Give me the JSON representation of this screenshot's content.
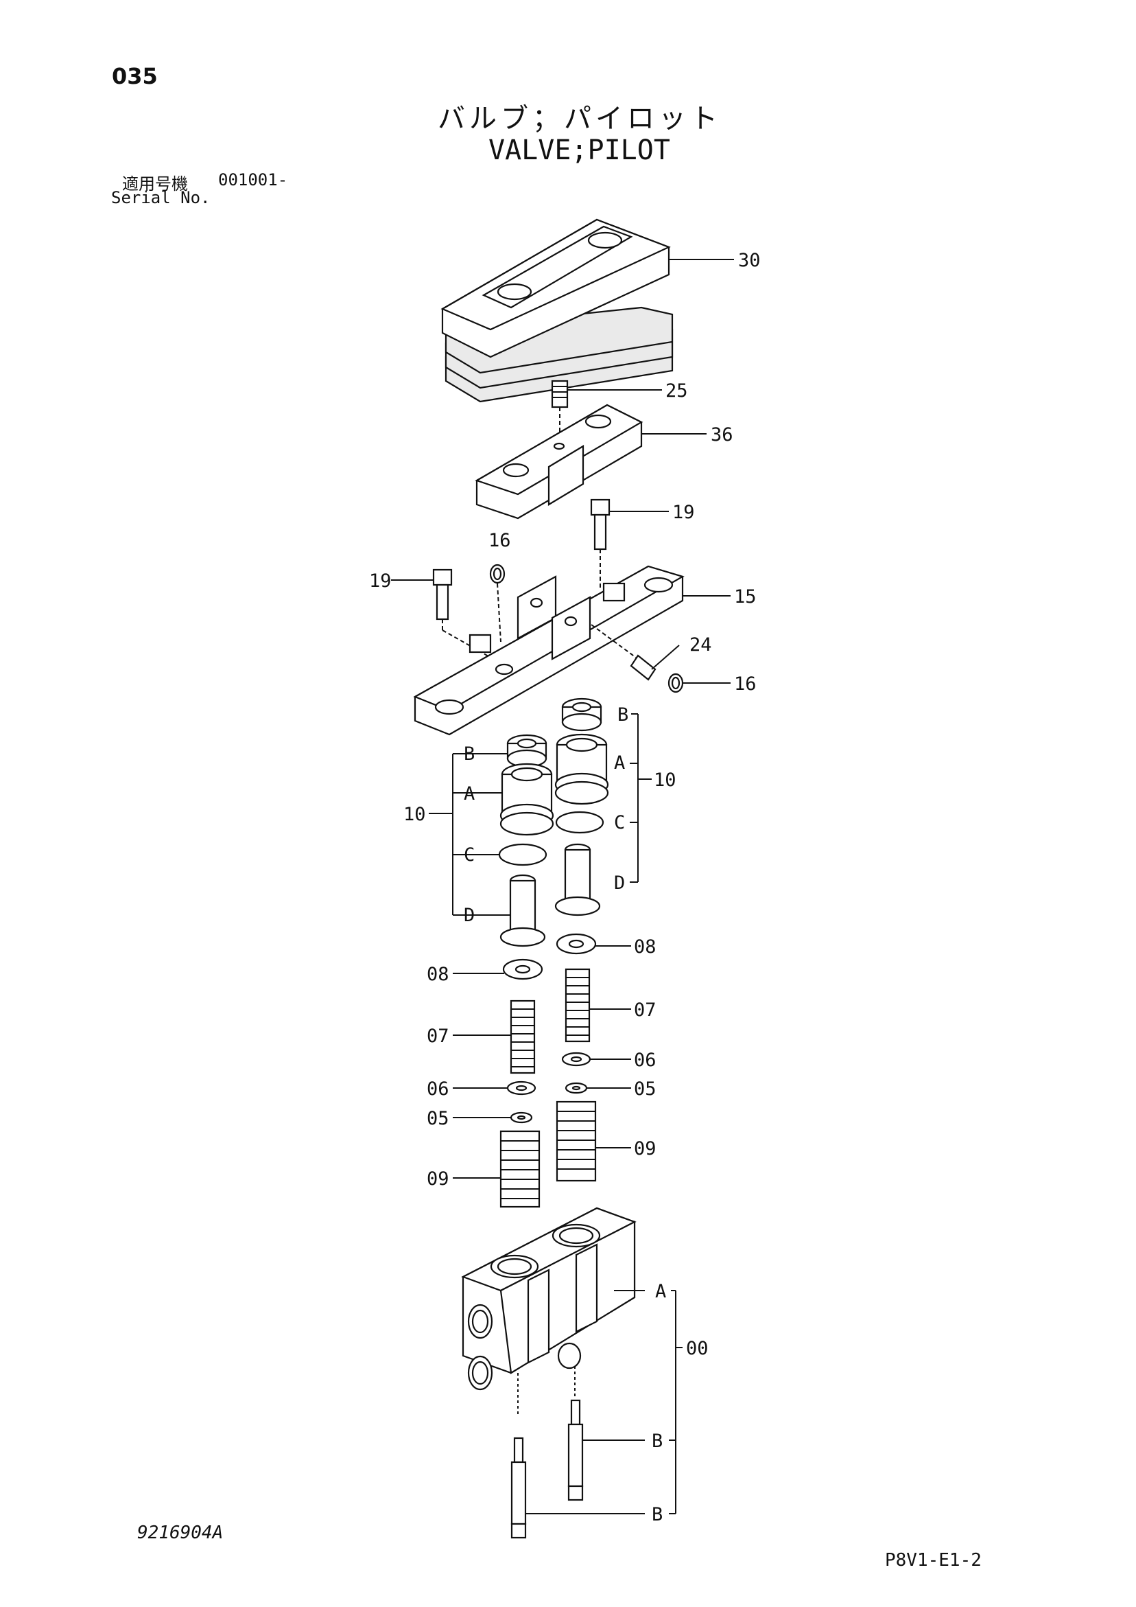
{
  "header": {
    "page_number": "035",
    "title_jp": "バルブ；パイロット",
    "title_en": "VALVE;PILOT",
    "serial_label_jp": "適用号機",
    "serial_range": "001001-",
    "serial_label_en": "Serial No."
  },
  "callouts": {
    "c30": "30",
    "c25": "25",
    "c36": "36",
    "c19_right": "19",
    "c19_left": "19",
    "c16_top": "16",
    "c16_right": "16",
    "c15": "15",
    "c24": "24",
    "c10_left": "10",
    "c10_right": "10",
    "c08_left": "08",
    "c08_right": "08",
    "c07_left": "07",
    "c07_right": "07",
    "c06_left": "06",
    "c06_right": "06",
    "c05_left": "05",
    "c05_right": "05",
    "c09_left": "09",
    "c09_right": "09",
    "c00": "00"
  },
  "sub_letters": {
    "left_B": "B",
    "left_A": "A",
    "left_C": "C",
    "left_D": "D",
    "right_B": "B",
    "right_A": "A",
    "right_C": "C",
    "right_D": "D",
    "body_A": "A",
    "body_B1": "B",
    "body_B2": "B"
  },
  "footer": {
    "drawing_number": "9216904A",
    "page_reference": "P8V1-E1-2"
  }
}
